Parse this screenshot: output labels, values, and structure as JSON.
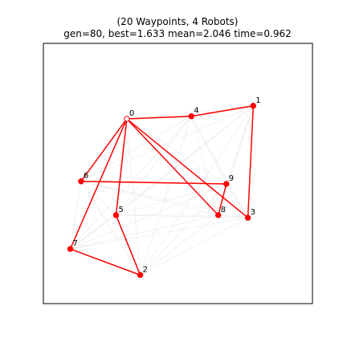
{
  "chart_data": {
    "type": "scatter",
    "title": "(20 Waypoints, 4 Robots)",
    "subtitle": "gen=80, best=1.633 mean=2.046 time=0.962",
    "xlim": [
      0,
      1
    ],
    "ylim": [
      0,
      1
    ],
    "grid": false,
    "colors": {
      "route": "#ff0000",
      "node": "#ff0000",
      "depot_fill": "#ffffff",
      "faint_edges": "#e8e8e8",
      "frame": "#000000"
    },
    "nodes": [
      {
        "label": "0",
        "x": 0.31,
        "y": 0.71,
        "depot": true
      },
      {
        "label": "1",
        "x": 0.78,
        "y": 0.76
      },
      {
        "label": "2",
        "x": 0.36,
        "y": 0.11
      },
      {
        "label": "3",
        "x": 0.76,
        "y": 0.33
      },
      {
        "label": "4",
        "x": 0.55,
        "y": 0.72
      },
      {
        "label": "5",
        "x": 0.27,
        "y": 0.34
      },
      {
        "label": "6",
        "x": 0.14,
        "y": 0.47
      },
      {
        "label": "7",
        "x": 0.1,
        "y": 0.21
      },
      {
        "label": "8",
        "x": 0.65,
        "y": 0.34
      },
      {
        "label": "9",
        "x": 0.68,
        "y": 0.46
      }
    ],
    "routes": [
      [
        "0",
        "4",
        "1",
        "3",
        "0"
      ],
      [
        "0",
        "8",
        "9",
        "6",
        "0"
      ],
      [
        "0",
        "5",
        "2",
        "7",
        "0"
      ]
    ]
  }
}
